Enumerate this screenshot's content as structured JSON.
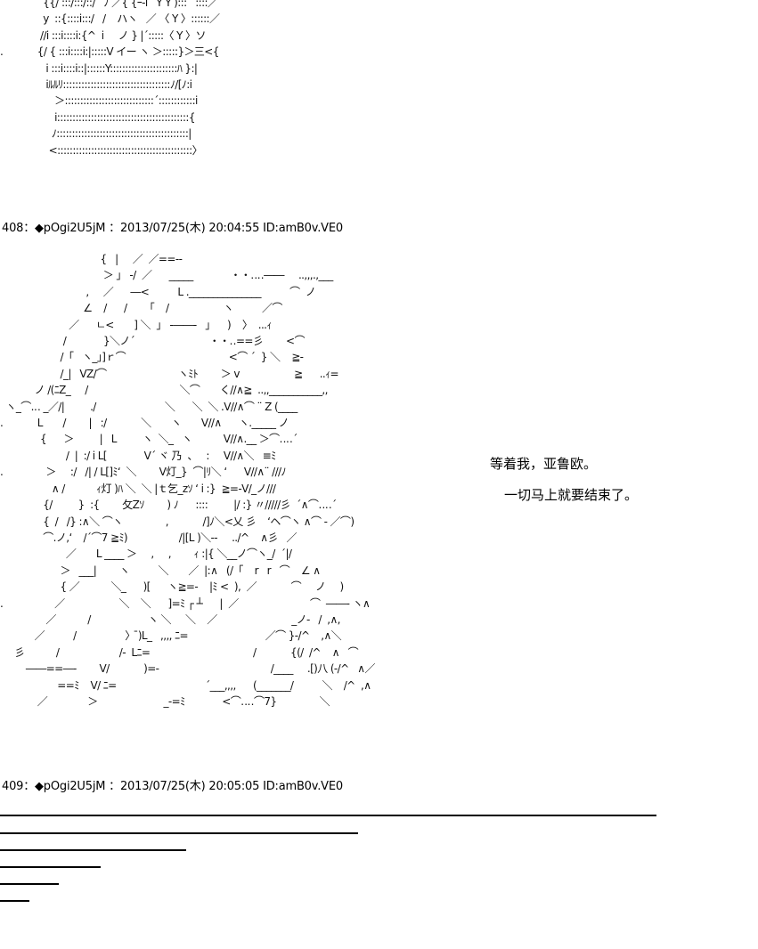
{
  "art_top": "               {{/ :::/:::/::/   ﾉ ／{ {ｰ‐i   Y Y ):::   ::::／\n               y  ::{::::i:::/   /    ハヽ   ／ 〈 Y 〉::::::／\n              //i :::i::::i:{^  i     ノ } |´:::::〈 Y 〉ソ\n.            {/ { :::i::::i:|:::::V イー ヽ ＞:::::}＞三<{\n                i :::i::::i::|::::::Y::::::::::::::::::::::ﾊ }:|\n                iﾙﾙﾘ:::::::::::::::::::::::::::::::::::ﾉ/[ﾉ:i\n                   ＞:::::::::::::::::::::::::::::´::::::::::::i\n                   i:::::::::::::::::::::::::::::::::::::::::::{\n                  ﾉ:::::::::::::::::::::::::::::::::::::::::::|\n                 <::::::::::::::::::::::::::::::::::::::::::::〉",
  "header_408": "408：◆pOgi2U5jM ：2013/07/25(木) 20:04:55 ID:amB0v.VE0",
  "art_main": "                                   {   |     ／  ／==‐-\n                                    ＞ ｣   ‐/  ／      _____             ・・‥‥――     ..,,,.,___\n                              ,     ／      ―<          L ._______________          ⌒  ノ\n                             ∠    /      /      「    /                   ヽ          ／⌒\n                        ／      ㄴ<       ] ＼  ｣   ‐――‐   ｣      )    〉  ...ｨ\n                      /             }＼ノ´                          ・・‥==彡        <⌒\n                     /「   ヽ_｣]ｒ⌒                                    <⌒ ´  } ＼    ≧-\n                     /_|   VZ/⌒                         ヽﾐﾄ        ＞ v                   ≧      ..ｨ=\n            ノ /(ﾆZ_     /                                ＼⌒       く//∧≧  ..,,___________,,\n  ヽ_⌒.‥ _／/|         ./                        ＼      ＼  ＼ .V//∧⌒ ¨ Z (____\n.            L       /        |   :/            ＼       ヽ       V//∧      ヽ._____ ノ\n              {      ＞         |   L         ヽ  ＼_   ヽ           V//∧.__ ＞⌒‥‥´\n                       /  |  :/ i L[             V´ ヾ 乃  、   :     V//∧＼   ≡ﾐ\n.               ＞     :/   /| / L[]ﾐ‘  ＼        V灯_}  ⌒|ﾘ＼ ‘      V//∧¨ ///ﾉ\n                  ∧ /           ｨ灯 )ﾊ ＼  ＼ |ｔ乞_zｿ ‘ i :}  ≧=-V/_ノ///\n               {/         }  :{        攵Zｿ        ) ﾉ      ::::         |/ :} 〃/////彡  ´∧⌒‥‥´\n               {  /   /} :∧＼ ⌒ヽ               ,            /]ﾉ＼<乂 彡    ‘ヘ⌒ヽ ∧⌒ ‐ ／⌒)\n               ⌒.ノ,‘    /´⌒7 ≧ﾐ)                  /|[L )＼‐‐     ../^    ∧彡   ／\n                       ／       L ____ ＞     ,     ,        ｨ :|{ ＼__ノ⌒ヽ_/  ´|/\n                     ＞   ___|        ヽ          ＼       ／  |:∧   (/「    r   r   ⌒    ∠ ∧\n                     { ／           ＼_      )[      ヽ≧=-    |ﾐ <  ),  ／            ⌒     ノ     )\n.                  ／                   ＼    ＼      ]=ﾐ ┌ ┴      |  ／                         ⌒  ――‐ ヽ∧\n                ／           /                    ヽ ＼     ＼    ／                          _ノ‐   /  ,∧,\n            ／          /                 〉 ̄)L_   ,,,, ﾆ=                           ／⌒ }‐/^    ,∧＼\n     彡           /                     /‐  Lﾆ=                                    /            {(/  /^    ∧   ⌒\n         ――==―-        V/            )=‐                                       /____     .[)八 (‐/^   ∧／\n                    ==ﾐ    V/ ﾆ=                               ´___,,,,      (_______/          ＼    /^  ,∧\n             ／              ＞                       _‐=ﾐ             <⌒‥‥⌒7}               ＼",
  "speech_1": "等着我，亚鲁欧。",
  "speech_2": "一切马上就要结束了。",
  "header_409": "409：◆pOgi2U5jM ：2013/07/25(木) 20:05:05 ID:amB0v.VE0"
}
